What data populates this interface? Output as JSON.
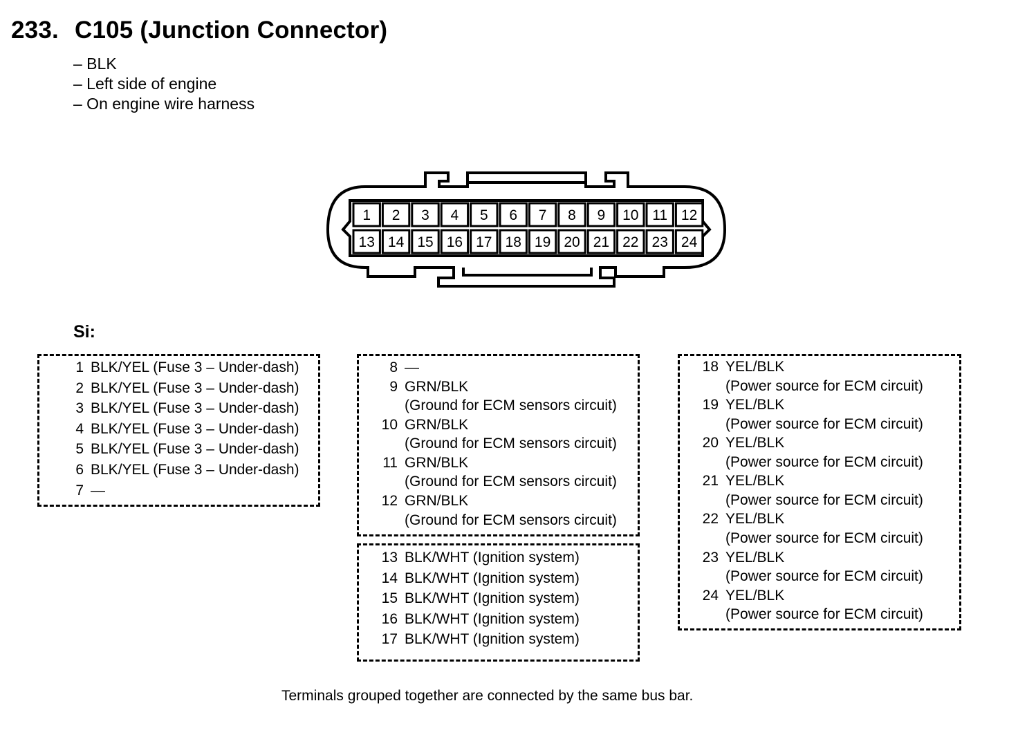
{
  "title": {
    "number": "233.",
    "name": "C105 (Junction Connector)"
  },
  "details": [
    "– BLK",
    "– Left side of engine",
    "– On engine wire harness"
  ],
  "connector": {
    "top_row": [
      "1",
      "2",
      "3",
      "4",
      "5",
      "6",
      "7",
      "8",
      "9",
      "10",
      "11",
      "12"
    ],
    "bottom_row": [
      "13",
      "14",
      "15",
      "16",
      "17",
      "18",
      "19",
      "20",
      "21",
      "22",
      "23",
      "24"
    ]
  },
  "si_label": "Si:",
  "groups": [
    {
      "entries": [
        {
          "pin": "1",
          "lines": [
            "BLK/YEL (Fuse 3 – Under-dash)"
          ]
        },
        {
          "pin": "2",
          "lines": [
            "BLK/YEL (Fuse 3 – Under-dash)"
          ]
        },
        {
          "pin": "3",
          "lines": [
            "BLK/YEL (Fuse 3 – Under-dash)"
          ]
        },
        {
          "pin": "4",
          "lines": [
            "BLK/YEL (Fuse 3 – Under-dash)"
          ]
        },
        {
          "pin": "5",
          "lines": [
            "BLK/YEL (Fuse 3 – Under-dash)"
          ]
        },
        {
          "pin": "6",
          "lines": [
            "BLK/YEL (Fuse 3 – Under-dash)"
          ]
        },
        {
          "pin": "7",
          "lines": [
            "—"
          ]
        }
      ]
    },
    {
      "entries": [
        {
          "pin": "8",
          "lines": [
            "—"
          ]
        },
        {
          "pin": "9",
          "lines": [
            "GRN/BLK",
            "(Ground for ECM sensors circuit)"
          ]
        },
        {
          "pin": "10",
          "lines": [
            "GRN/BLK",
            "(Ground for ECM sensors circuit)"
          ]
        },
        {
          "pin": "11",
          "lines": [
            "GRN/BLK",
            "(Ground for ECM sensors circuit)"
          ]
        },
        {
          "pin": "12",
          "lines": [
            "GRN/BLK",
            "(Ground for ECM sensors circuit)"
          ]
        }
      ]
    },
    {
      "entries": [
        {
          "pin": "13",
          "lines": [
            "BLK/WHT (Ignition system)"
          ]
        },
        {
          "pin": "14",
          "lines": [
            "BLK/WHT (Ignition system)"
          ]
        },
        {
          "pin": "15",
          "lines": [
            "BLK/WHT (Ignition system)"
          ]
        },
        {
          "pin": "16",
          "lines": [
            "BLK/WHT (Ignition system)"
          ]
        },
        {
          "pin": "17",
          "lines": [
            "BLK/WHT (Ignition system)"
          ]
        }
      ]
    },
    {
      "entries": [
        {
          "pin": "18",
          "lines": [
            "YEL/BLK",
            "(Power source for ECM circuit)"
          ]
        },
        {
          "pin": "19",
          "lines": [
            "YEL/BLK",
            "(Power source for ECM circuit)"
          ]
        },
        {
          "pin": "20",
          "lines": [
            "YEL/BLK",
            "(Power source for ECM circuit)"
          ]
        },
        {
          "pin": "21",
          "lines": [
            "YEL/BLK",
            "(Power source for ECM circuit)"
          ]
        },
        {
          "pin": "22",
          "lines": [
            "YEL/BLK",
            "(Power source for ECM circuit)"
          ]
        },
        {
          "pin": "23",
          "lines": [
            "YEL/BLK",
            "(Power source for ECM circuit)"
          ]
        },
        {
          "pin": "24",
          "lines": [
            "YEL/BLK",
            "(Power source for ECM circuit)"
          ]
        }
      ]
    }
  ],
  "footer": "Terminals grouped together are connected by the same bus bar."
}
